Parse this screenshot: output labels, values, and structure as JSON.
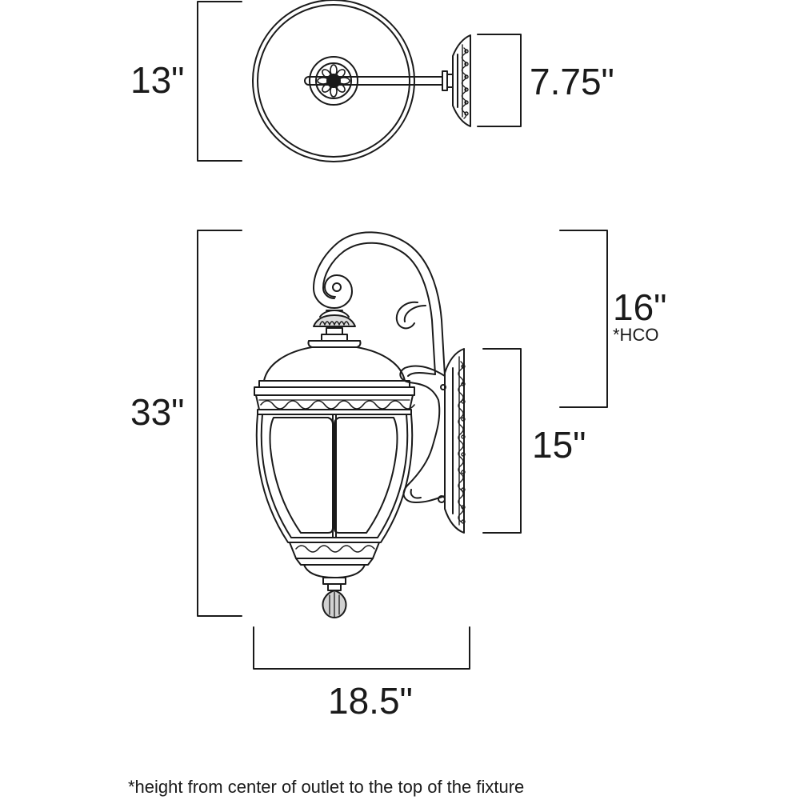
{
  "top_view": {
    "diameter_label": "13\"",
    "projection_label": "7.75\""
  },
  "side_view": {
    "height_label": "33\"",
    "hco_label": "16\"",
    "hco_marker": "*HCO",
    "backplate_label": "15\"",
    "width_label": "18.5\""
  },
  "footnote": "*height from center of outlet to the top of the fixture",
  "colors": {
    "ink": "#1a1a1a",
    "background": "#ffffff"
  }
}
